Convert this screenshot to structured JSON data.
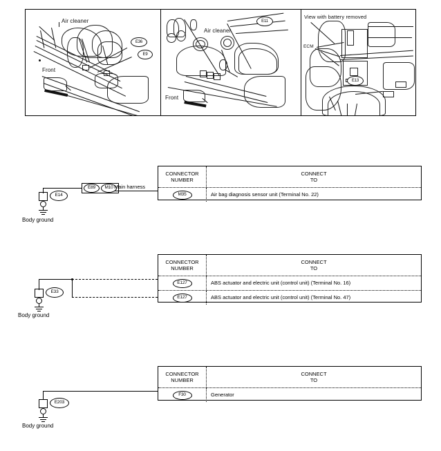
{
  "document": {
    "type": "wiring-harness-ground-connector-diagram"
  },
  "photo_panels": [
    {
      "id": "panel-air-cleaner-left",
      "labels": {
        "component": "Air cleaner",
        "direction": "Front"
      },
      "connectors": [
        "E36",
        "E9"
      ]
    },
    {
      "id": "panel-air-cleaner-right",
      "labels": {
        "component": "Air cleaner",
        "direction": "Front"
      },
      "connectors": [
        "E11"
      ]
    },
    {
      "id": "panel-battery-removed",
      "labels": {
        "title": "View with battery removed",
        "component": "ECM"
      },
      "connectors": [
        "E13"
      ]
    }
  ],
  "table_header": {
    "connector_number": "CONNECTOR\nNUMBER",
    "connect_to": "CONNECT\nTO"
  },
  "sections": [
    {
      "id": "section-1",
      "ground_label": "Body ground",
      "ground_connector": "E14",
      "harness_label": "Main harness",
      "inline_connectors": [
        "E89",
        "M10"
      ],
      "rows": [
        {
          "connector": "M35",
          "connect_to": "Air bag diagnosis sensor unit (Terminal No. 22)"
        }
      ]
    },
    {
      "id": "section-2",
      "ground_label": "Body ground",
      "ground_connector": "E33",
      "harness_label": "",
      "inline_connectors": [],
      "rows": [
        {
          "connector": "E127",
          "connect_to": "ABS actuator and electric unit (control unit) (Terminal No. 16)"
        },
        {
          "connector": "E127",
          "connect_to": "ABS actuator and electric unit (control unit) (Terminal No. 47)"
        }
      ]
    },
    {
      "id": "section-3",
      "ground_label": "Body ground",
      "ground_connector": "E203",
      "harness_label": "",
      "inline_connectors": [],
      "rows": [
        {
          "connector": "F30",
          "connect_to": "Generator"
        }
      ]
    }
  ],
  "colors": {
    "line": "#000000",
    "background": "#ffffff"
  }
}
